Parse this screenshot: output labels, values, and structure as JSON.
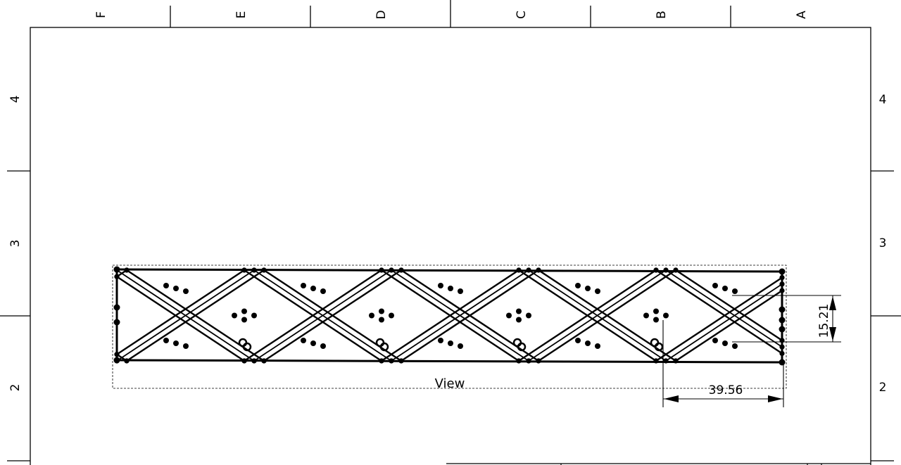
{
  "drawing": {
    "column_labels": [
      "F",
      "E",
      "D",
      "C",
      "B",
      "A"
    ],
    "row_labels": [
      "4",
      "3",
      "2"
    ],
    "view_label": "View",
    "dimensions": {
      "horizontal": "39.56",
      "vertical": "15.21"
    },
    "hole_count": 4
  }
}
